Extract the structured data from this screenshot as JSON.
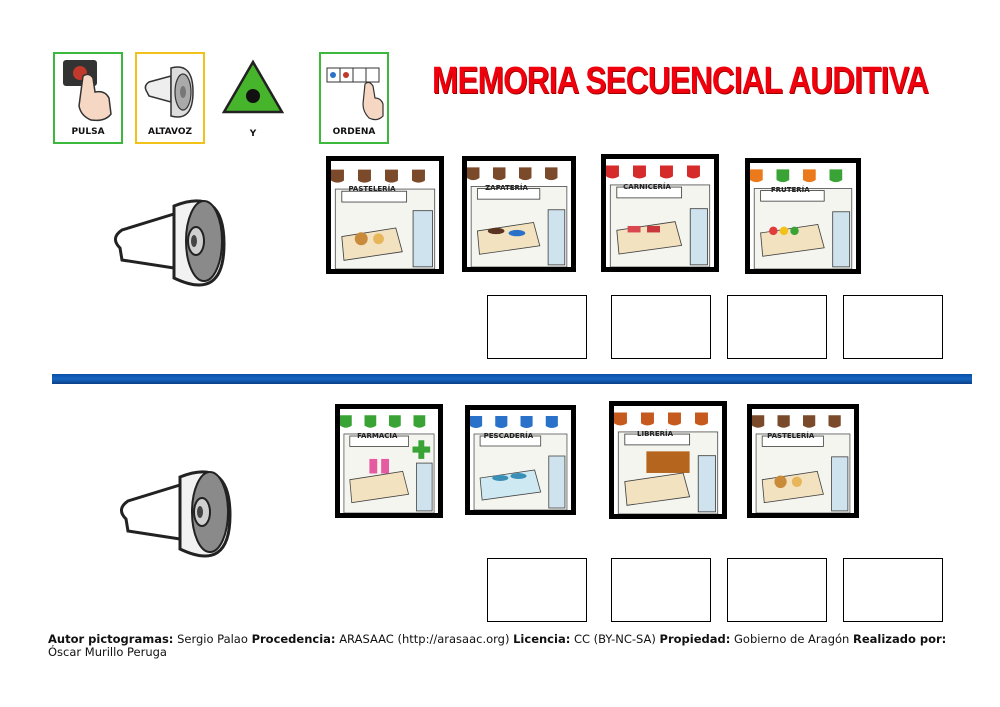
{
  "legend": {
    "pulsa": "PULSA",
    "altavoz": "ALTAVOZ",
    "y": "Y",
    "ordena": "ORDENA"
  },
  "title": "MEMORIA SECUENCIAL AUDITIVA",
  "row1": {
    "shops": [
      "PASTELERÍA",
      "ZAPATERÍA",
      "CARNICERÍA",
      "FRUTERÍA"
    ]
  },
  "row2": {
    "shops": [
      "FARMACIA",
      "PESCADERÍA",
      "LIBRERÍA",
      "PASTELERÍA"
    ]
  },
  "colors": {
    "title": "#f0000c",
    "divider": "#1565c0",
    "legend_green": "#3cb83c",
    "legend_yellow": "#f2c21a"
  },
  "footer": {
    "autor_label": "Autor pictogramas:",
    "autor": "Sergio Palao",
    "procedencia_label": "Procedencia:",
    "procedencia": "ARASAAC (http://arasaac.org)",
    "licencia_label": "Licencia:",
    "licencia": "CC (BY-NC-SA)",
    "propiedad_label": "Propiedad:",
    "propiedad": "Gobierno de Aragón",
    "realizado_label": "Realizado por:",
    "realizado": "Óscar Murillo Peruga"
  }
}
